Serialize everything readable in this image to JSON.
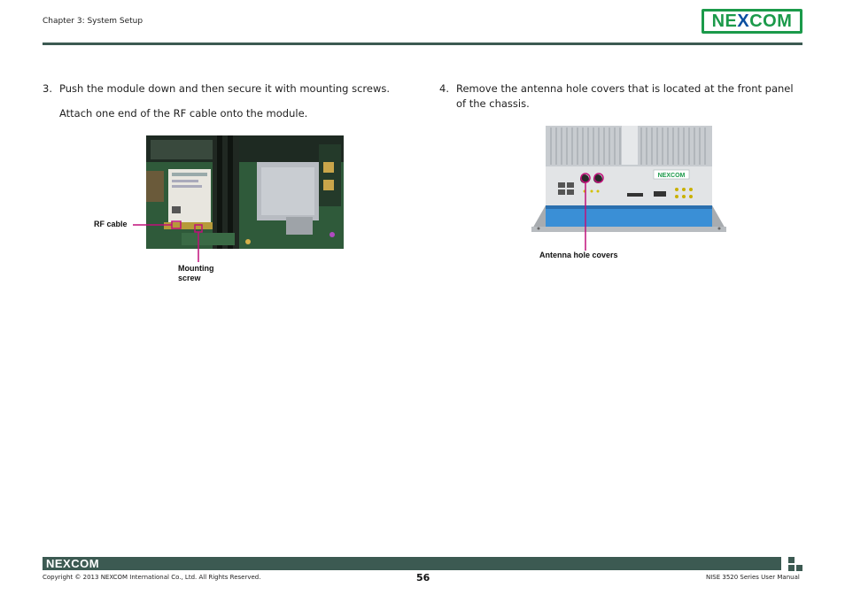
{
  "header": {
    "chapter": "Chapter 3: System Setup",
    "logo_text": "NEXCOM",
    "logo_pre": "NE",
    "logo_x": "X",
    "logo_post": "COM",
    "brand_green": "#1b9a4a",
    "brand_blue": "#0b4fa0",
    "rule_color": "#3c5a52"
  },
  "steps": [
    {
      "number": "3.",
      "text": "Push the module down and then secure it with mounting screws.",
      "sub": "Attach one end of the RF cable onto the module."
    },
    {
      "number": "4.",
      "text": "Remove the antenna hole covers that is located at the front panel of the chassis."
    }
  ],
  "figure1": {
    "callout_rf": "RF cable",
    "callout_mount_1": "Mounting",
    "callout_mount_2": "screw",
    "callout_color": "#c0107a"
  },
  "figure2": {
    "callout_antenna": "Antenna hole covers",
    "device_logo": "NEXCOM",
    "callout_color": "#c0107a"
  },
  "footer": {
    "logo_text": "NEXCOM",
    "copyright": "Copyright © 2013 NEXCOM International Co., Ltd. All Rights Reserved.",
    "page_number": "56",
    "manual_title": "NISE 3520 Series User Manual"
  }
}
